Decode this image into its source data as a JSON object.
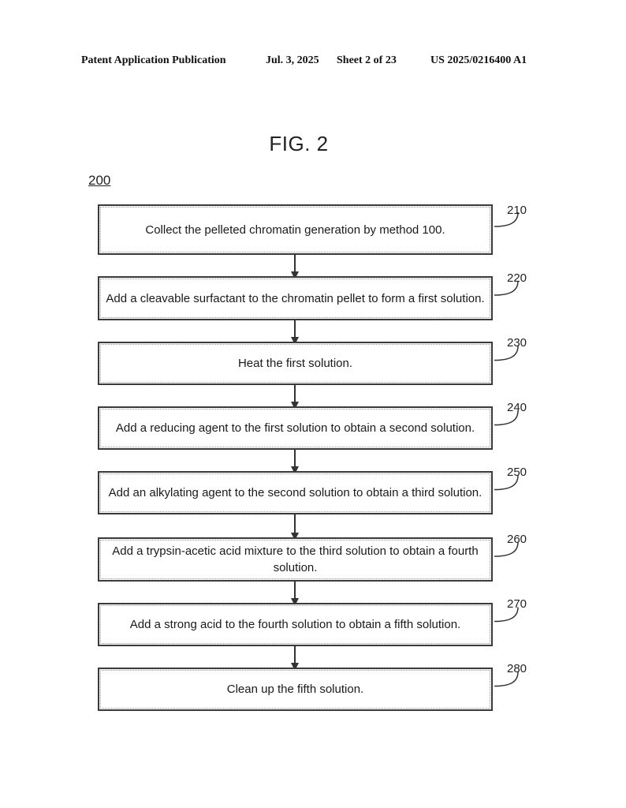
{
  "header": {
    "publication": "Patent Application Publication",
    "date": "Jul. 3, 2025",
    "sheet": "Sheet 2 of 23",
    "number": "US 2025/0216400 A1"
  },
  "figure": {
    "title": "FIG. 2",
    "ref": "200"
  },
  "steps": [
    {
      "label": "210",
      "text": "Collect the pelleted chromatin generation by method 100."
    },
    {
      "label": "220",
      "text": "Add a cleavable surfactant to the chromatin pellet to form a first solution."
    },
    {
      "label": "230",
      "text": "Heat the first solution."
    },
    {
      "label": "240",
      "text": "Add a reducing agent to the first solution to obtain a second solution."
    },
    {
      "label": "250",
      "text": "Add an alkylating agent to the second solution to obtain a third solution."
    },
    {
      "label": "260",
      "text": "Add a trypsin-acetic acid mixture to the third solution to obtain a fourth solution."
    },
    {
      "label": "270",
      "text": "Add a strong acid to the fourth solution to obtain a fifth solution."
    },
    {
      "label": "280",
      "text": "Clean up the fifth solution."
    }
  ]
}
